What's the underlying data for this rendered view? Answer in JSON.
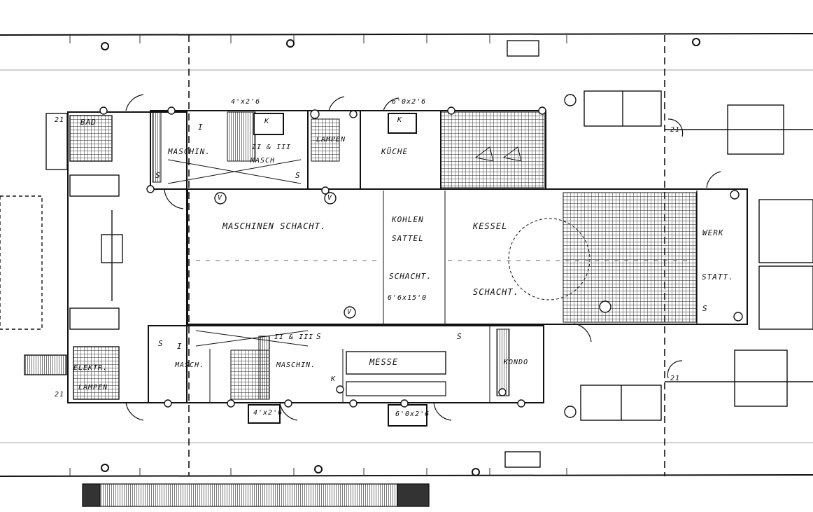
{
  "colors": {
    "line": "#111111",
    "paper": "#ffffff",
    "hatch": "#222222",
    "grid": "#888888"
  },
  "labels": {
    "bad": "BAD",
    "maschinen_upper": "MASCHIN.",
    "roman_one_upper": "I",
    "maschin_two_three": "MASCH",
    "roman_two_three": "II & III",
    "size_upper_left": "4'x2'6",
    "lampen_upper": "LAMPEN",
    "size_upper_right": "6'0x2'6",
    "kuche": "KÜCHE",
    "maschinen_schacht": "MASCHINEN SCHACHT.",
    "kohlen": "KOHLEN",
    "sattel": "SATTEL",
    "schacht_mid": "SCHACHT.",
    "dimension_mid": "6'6x15'0",
    "kessel": "KESSEL",
    "schacht_right": "SCHACHT.",
    "werk": "WERK",
    "statt": "STATT.",
    "roman_one_lower": "I",
    "masch_lower": "MASCH.",
    "roman_two_three_lower": "II & III",
    "maschin_lower": "MASCHIN.",
    "messe": "MESSE",
    "kondo": "KONDO",
    "size_lower_left": "4'x2'6",
    "size_lower_right": "6'0x2'6",
    "elektr": "ELEKTR.",
    "lampen_lower": "LAMPEN",
    "code_upper_left": "21",
    "code_lower_left": "21",
    "code_upper_right": "21",
    "code_lower_right": "21",
    "s_mark": "S",
    "v_mark": "V",
    "k_mark": "K"
  }
}
